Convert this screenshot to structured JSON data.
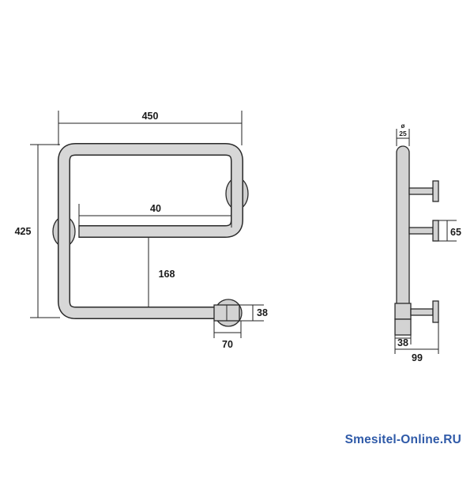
{
  "dimensions": {
    "front": {
      "width": "450",
      "height": "425",
      "inner_bar": "40",
      "lower_gap": "168",
      "connector_height": "38",
      "connector_width": "70"
    },
    "side": {
      "diameter_symbol": "ø",
      "diameter": "25",
      "flange": "65",
      "base": "38",
      "depth": "99"
    }
  },
  "watermark": "Smesitel-Online.RU",
  "colors": {
    "tube": "#d7d7d7",
    "outline": "#2a2a2a",
    "watermark": "#2f5aa8"
  }
}
